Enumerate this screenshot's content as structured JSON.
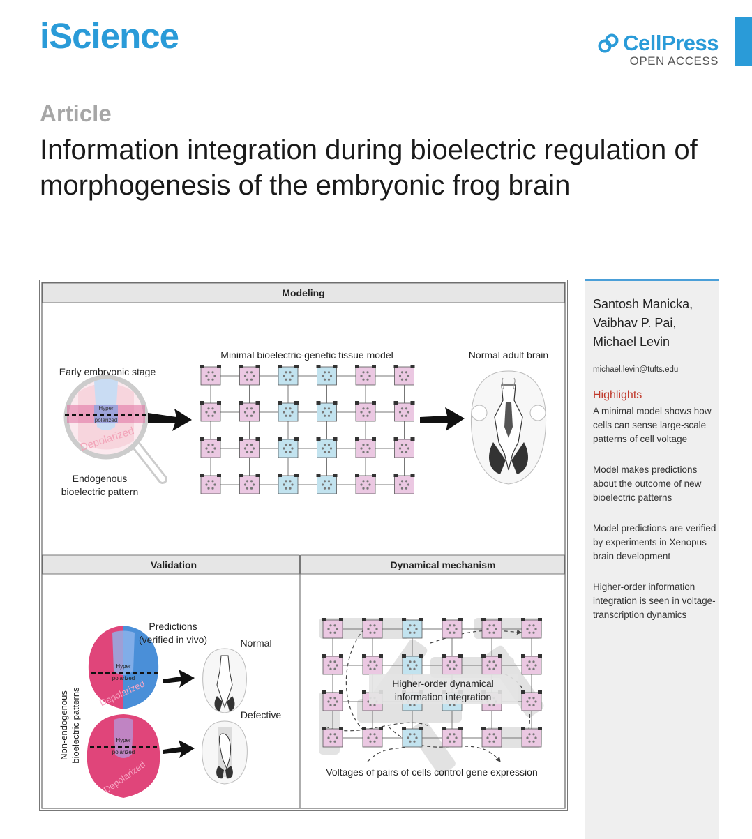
{
  "header": {
    "journal": "iScience",
    "publisher": "CellPress",
    "access": "OPEN ACCESS"
  },
  "article": {
    "type": "Article",
    "title": "Information integration during bioelectric regulation of morphogenesis of the embryonic frog brain"
  },
  "graphical_abstract": {
    "modeling": {
      "header": "Modeling",
      "early_stage": "Early embryonic stage",
      "hyper": "Hyper",
      "polarized": "polarized",
      "depolarized": "Depolarized",
      "endogenous_line1": "Endogenous",
      "endogenous_line2": "bioelectric pattern",
      "model_label": "Minimal bioelectric-genetic tissue model",
      "adult_label": "Normal adult brain"
    },
    "validation": {
      "header": "Validation",
      "predictions_line1": "Predictions",
      "predictions_line2": "(verified in vivo)",
      "normal": "Normal",
      "defective": "Defective",
      "side_line1": "Non-endogenous",
      "side_line2": "bioelectric patterns"
    },
    "mechanism": {
      "header": "Dynamical mechanism",
      "center_line1": "Higher-order dynamical",
      "center_line2": "information integration",
      "caption": "Voltages of pairs of cells control gene expression"
    },
    "colors": {
      "pink_cell": "#ebc8e2",
      "blue_cell": "#c2e3ef",
      "depolarized": "#e0457a",
      "hyperpolarized": "#4a8fd8"
    }
  },
  "sidebar": {
    "authors": [
      "Santosh Manicka,",
      "Vaibhav P. Pai,",
      "Michael Levin"
    ],
    "email": "michael.levin@tufts.edu",
    "highlights_title": "Highlights",
    "highlights": [
      "A minimal model shows how cells can sense large-scale patterns of cell voltage",
      "Model makes predictions about the outcome of new bioelectric patterns",
      "Model predictions are verified by experiments in Xenopus brain development",
      "Higher-order information integration is seen in voltage-transcription dynamics"
    ]
  }
}
